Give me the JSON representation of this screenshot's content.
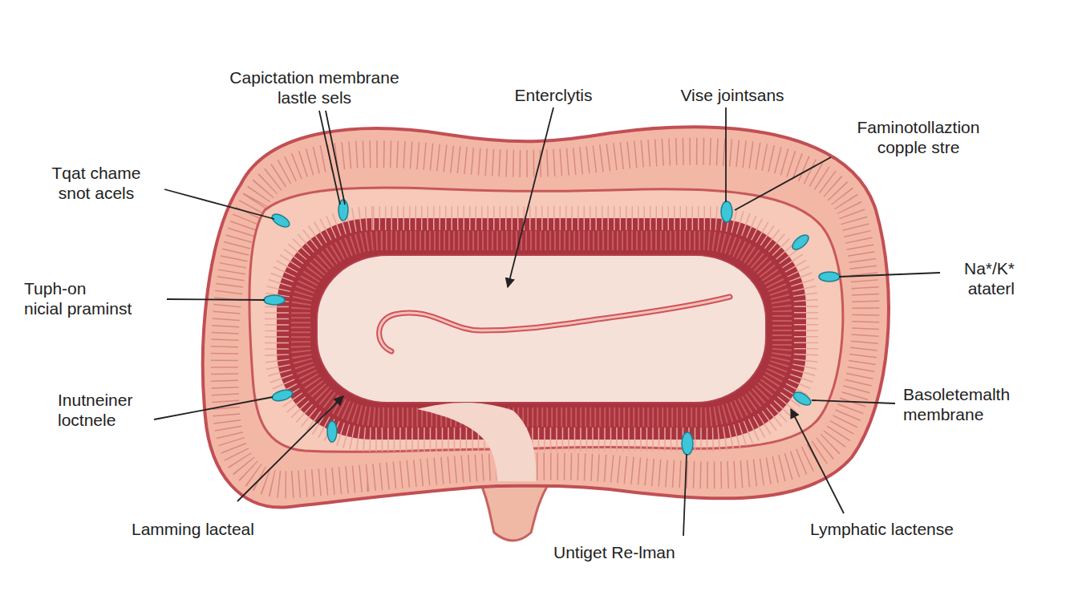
{
  "diagram": {
    "labels": [
      "Capictation membrane lastle sels",
      "Enterclytis",
      "Vise jointsans",
      "Faminotollaztion copple stre",
      "Tqat chame snot acels",
      "Na*/K* ataterl",
      "Tuph-on nicial praminst",
      "Inutneiner loctnele",
      "Basoletemalth membrane",
      "Lamming lacteal",
      "Untiget Re-lman",
      "Lymphatic lactense"
    ]
  }
}
